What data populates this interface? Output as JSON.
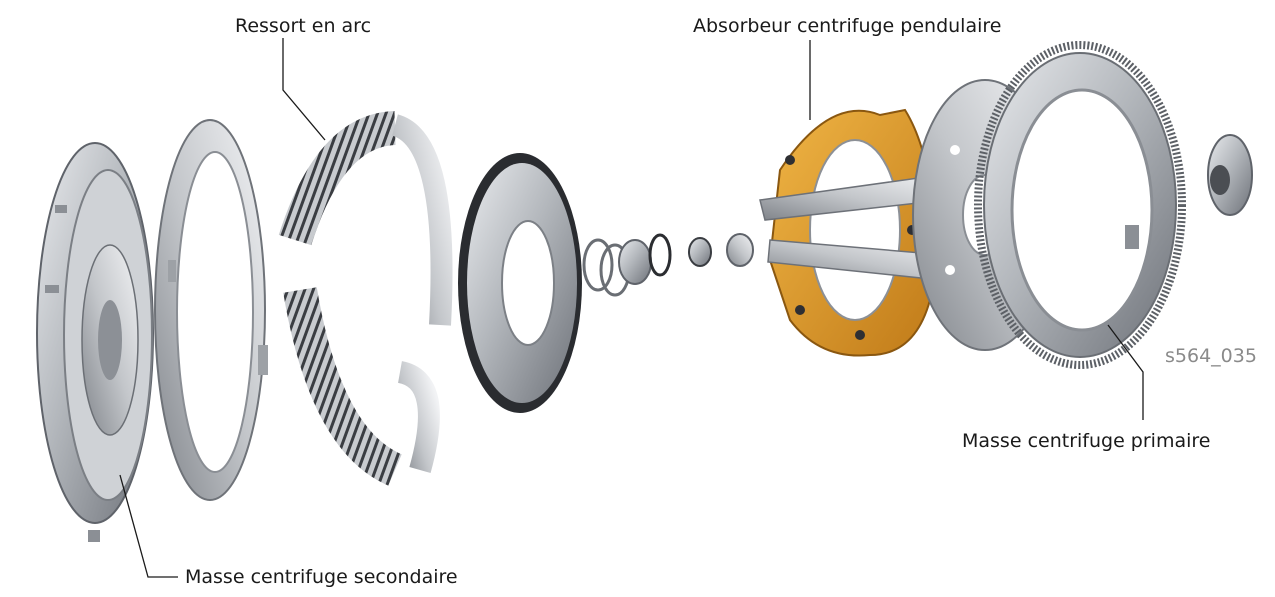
{
  "labels": {
    "arc_spring": "Ressort en arc",
    "pendulum_absorber": "Absorbeur centrifuge pendulaire",
    "primary_mass": "Masse centrifuge primaire",
    "secondary_mass": "Masse centrifuge secondaire"
  },
  "figure_id": "s564_035",
  "colors": {
    "steel": "#b9bcc0",
    "steel_dark": "#6f7379",
    "absorber_orange": "#d99a2b",
    "leader_line": "#1a1a1a"
  }
}
